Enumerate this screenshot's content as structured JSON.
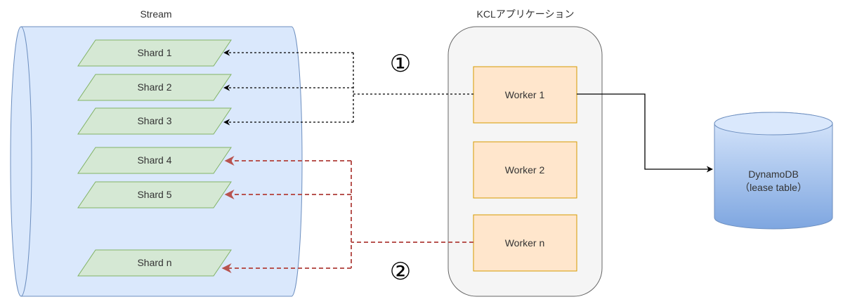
{
  "stream": {
    "title": "Stream"
  },
  "shards": [
    {
      "label": "Shard 1"
    },
    {
      "label": "Shard 2"
    },
    {
      "label": "Shard 3"
    },
    {
      "label": "Shard 4"
    },
    {
      "label": "Shard 5"
    },
    {
      "label": "Shard n"
    }
  ],
  "app": {
    "title": "KCLアプリケーション"
  },
  "workers": [
    {
      "label": "Worker 1"
    },
    {
      "label": "Worker 2"
    },
    {
      "label": "Worker n"
    }
  ],
  "db": {
    "label_line1": "DynamoDB",
    "label_line2": "（lease table）"
  },
  "markers": [
    {
      "label": "①"
    },
    {
      "label": "②"
    }
  ],
  "colors": {
    "stream_fill": "#dae8fc",
    "stream_stroke": "#6c8ebf",
    "shard_fill": "#d5e8d4",
    "shard_stroke": "#82b366",
    "app_fill": "#f5f5f5",
    "app_stroke": "#666666",
    "worker_fill": "#ffe6cc",
    "worker_stroke": "#d79b00",
    "db_top": "#dae8fc",
    "db_bottom": "#7ea6e0",
    "db_stroke": "#6c8ebf",
    "link_black": "#000000",
    "link_red": "#b85450"
  }
}
